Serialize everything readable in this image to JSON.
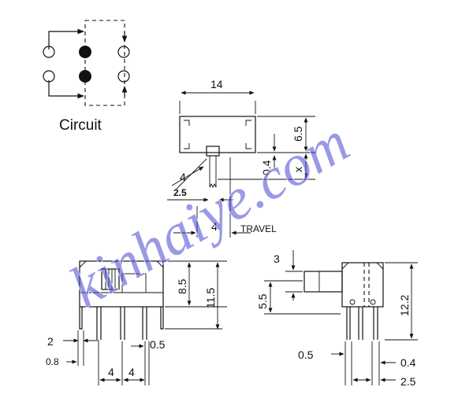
{
  "circuit": {
    "label": "Circuit"
  },
  "top_view": {
    "width": "14",
    "height": "6.5",
    "offset": "0.4",
    "x_mark": "x",
    "angle_left": "4",
    "angle_bottom": "2.5",
    "travel_value": "4",
    "travel_label": "TRAVEL"
  },
  "front_view": {
    "height_body": "8.5",
    "height_total": "11.5",
    "dim_2": "2",
    "dim_0_8": "0.8",
    "dim_0_5": "0.5",
    "pitch_1": "4",
    "pitch_2": "4"
  },
  "side_view": {
    "dim_3": "3",
    "dim_5_5": "5.5",
    "dim_12_2": "12.2",
    "dim_0_5": "0.5",
    "dim_0_4": "0.4",
    "dim_2_5": "2.5"
  },
  "watermark": {
    "text": "kinhaiye.com",
    "color": "#4a4ad2"
  }
}
